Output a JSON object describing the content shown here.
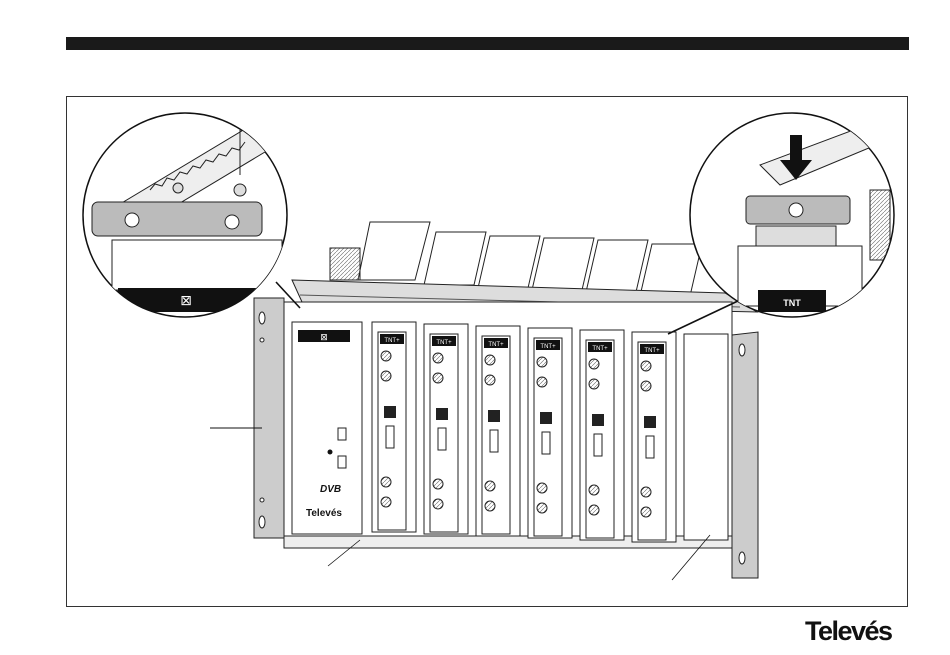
{
  "header": {
    "bar_color": "#1a1a1a"
  },
  "figure": {
    "left_header_module": {
      "brand": "Televés",
      "logo": "DVB"
    },
    "slot_label": "TNT+",
    "callout_right_label": "TNT"
  },
  "footer": {
    "brand": "Televés"
  }
}
